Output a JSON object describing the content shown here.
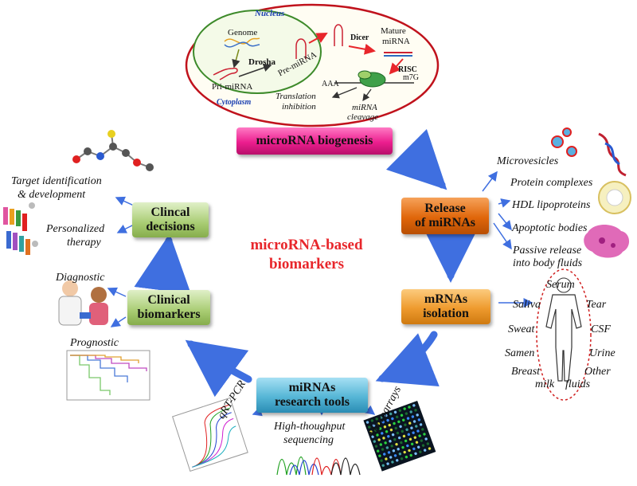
{
  "center": {
    "line1": "microRNA-based",
    "line2": "biomarkers"
  },
  "boxes": {
    "biogenesis": "microRNA biogenesis",
    "release": {
      "line1": "Release",
      "line2": "of miRNAs"
    },
    "isolation": {
      "line1": "mRNAs",
      "line2": "isolation"
    },
    "research_tools": {
      "line1": "miRNAs",
      "line2": "research tools"
    },
    "clinical_biomarkers": {
      "line1": "Clinical",
      "line2": "biomarkers"
    },
    "clinical_decisions": {
      "line1": "Clincal",
      "line2": "decisions"
    }
  },
  "biogenesis_panel": {
    "nucleus": "Nucleus",
    "cytoplasm": "Cytoplasm",
    "genome": "Genome",
    "drosha": "Drosha",
    "pre_mirna": "Pre-miRNA",
    "pri_mirna": "Pri-miRNA",
    "dicer": "Dicer",
    "mature_line1": "Mature",
    "mature_line2": "miRNA",
    "risc": "RISC",
    "aaa": "AAA",
    "m7g": "m7G",
    "translation_line1": "Translation",
    "translation_line2": "inhibition",
    "cleavage_line1": "miRNA",
    "cleavage_line2": "cleavage"
  },
  "release_items": [
    "Microvesicles",
    "Protein complexes",
    "HDL lipoproteins",
    "Apoptotic bodies",
    "Passive release",
    "into body fluids"
  ],
  "body_fluids": {
    "serum": "Serum",
    "saliva": "Saliva",
    "tear": "Tear",
    "sweat": "Sweat",
    "csf": "CSF",
    "semen": "Samen",
    "urine": "Urine",
    "breast": "Breast",
    "milk": "milk",
    "other": "Other",
    "fluids": "fluids"
  },
  "research_items": {
    "qrtpcr": "qRT-PCR",
    "hts_line1": "High-thoughput",
    "hts_line2": "sequencing",
    "microarrays": "Microarrays"
  },
  "biomarker_items": {
    "diagnostic": "Diagnostic",
    "prognostic": "Prognostic"
  },
  "decision_items": {
    "target_line1": "Target identification",
    "target_line2": "& development",
    "personalized_line1": "Personalized",
    "personalized_line2": "therapy"
  },
  "colors": {
    "biogenesis": "#ec1e8e",
    "release": "#e0660a",
    "isolation": "#ee9a2e",
    "research": "#56b6d6",
    "clinical": "#a8cc72",
    "arrow": "#3f6fe0",
    "title": "#e8262b"
  }
}
